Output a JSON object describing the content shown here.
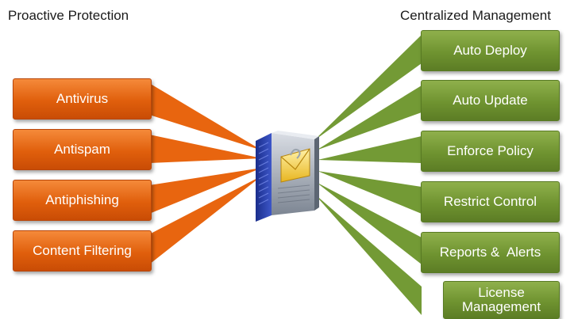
{
  "headings": {
    "left": "Proactive Protection",
    "right": "Centralized Management"
  },
  "left_items": [
    "Antivirus",
    "Antispam",
    "Antiphishing",
    "Content Filtering"
  ],
  "right_items": [
    "Auto Deploy",
    "Auto Update",
    "Enforce Policy",
    "Restrict Control",
    "Reports &  Alerts",
    "License Management"
  ],
  "center_icon": "mail-server-icon",
  "colors": {
    "orange_box": "#e05f0c",
    "green_box": "#6f9330",
    "orange_ray": "#e8650f",
    "green_ray": "#739a35"
  }
}
